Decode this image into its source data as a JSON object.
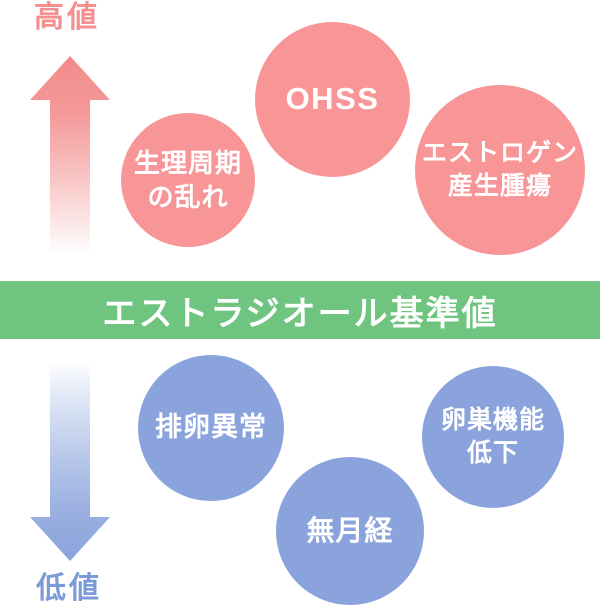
{
  "banner": {
    "label": "エストラジオール基準値",
    "bg_color": "#6fc480",
    "text_color": "#ffffff"
  },
  "axis": {
    "high_label": "高値",
    "low_label": "低値",
    "high_color": "#f68f8f",
    "low_color": "#7c99d8"
  },
  "arrows": {
    "up_arrow_color": "#f28b8b",
    "down_arrow_color": "#8aa2dc",
    "fade_color": "#ffffff"
  },
  "high_section": {
    "bubble_color": "#f89596",
    "items": [
      {
        "id": "menstrual-cycle-irregularity",
        "lines": [
          "生理周期",
          "の乱れ"
        ]
      },
      {
        "id": "ohss",
        "lines": [
          "OHSS"
        ]
      },
      {
        "id": "estrogen-producing-tumor",
        "lines": [
          "エストロゲン",
          "産生腫瘍"
        ]
      }
    ]
  },
  "low_section": {
    "bubble_color": "#8ba3dd",
    "items": [
      {
        "id": "ovulation-disorder",
        "lines": [
          "排卵異常"
        ]
      },
      {
        "id": "amenorrhea",
        "lines": [
          "無月経"
        ]
      },
      {
        "id": "ovarian-hypofunction",
        "lines": [
          "卵巣機能",
          "低下"
        ]
      }
    ]
  }
}
